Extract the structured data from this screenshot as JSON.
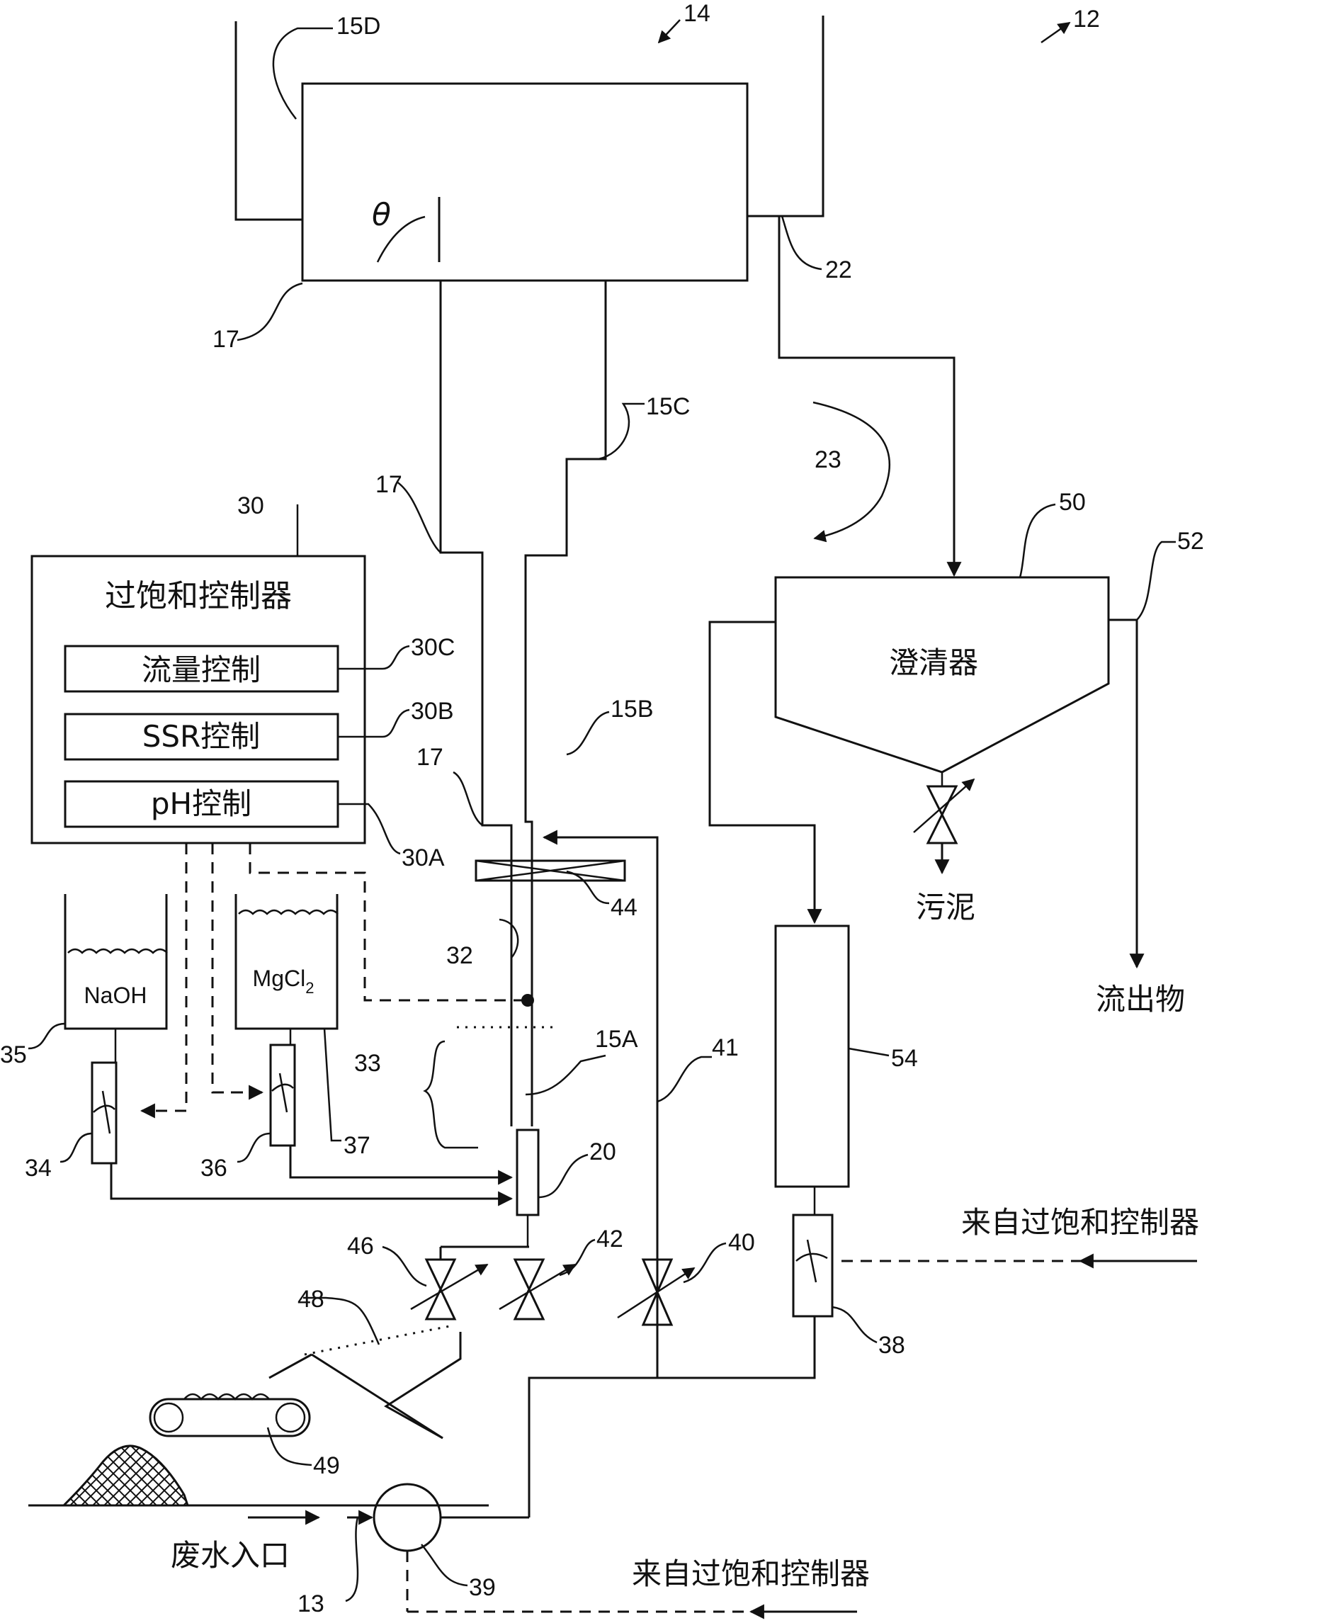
{
  "controller": {
    "title": "过饱和控制器",
    "flow_control": "流量控制",
    "ssr_control": "SSR控制",
    "ph_control": "pH控制"
  },
  "tanks": {
    "naoh": "NaOH",
    "mgcl2_base": "MgCl",
    "mgcl2_sub": "2"
  },
  "clarifier": {
    "label": "澄清器"
  },
  "outputs": {
    "sludge": "污泥",
    "effluent": "流出物"
  },
  "inputs": {
    "from_controller_right": "来自过饱和控制器",
    "from_controller_bottom": "来自过饱和控制器",
    "wastewater_inlet": "废水入口"
  },
  "symbols": {
    "theta": "θ"
  },
  "reference_numerals": {
    "n12": "12",
    "n14": "14",
    "n15D": "15D",
    "n22": "22",
    "n17a": "17",
    "n15C": "15C",
    "n23": "23",
    "n17b": "17",
    "n30": "30",
    "n50": "50",
    "n52": "52",
    "n30C": "30C",
    "n30B": "30B",
    "n15B": "15B",
    "n17c": "17",
    "n30A": "30A",
    "n44": "44",
    "n32": "32",
    "n35": "35",
    "n33": "33",
    "n15A": "15A",
    "n41": "41",
    "n54": "54",
    "n37": "37",
    "n34": "34",
    "n36": "36",
    "n20": "20",
    "n46": "46",
    "n42": "42",
    "n40": "40",
    "n38": "38",
    "n48": "48",
    "n49": "49",
    "n39": "39",
    "n13": "13"
  }
}
